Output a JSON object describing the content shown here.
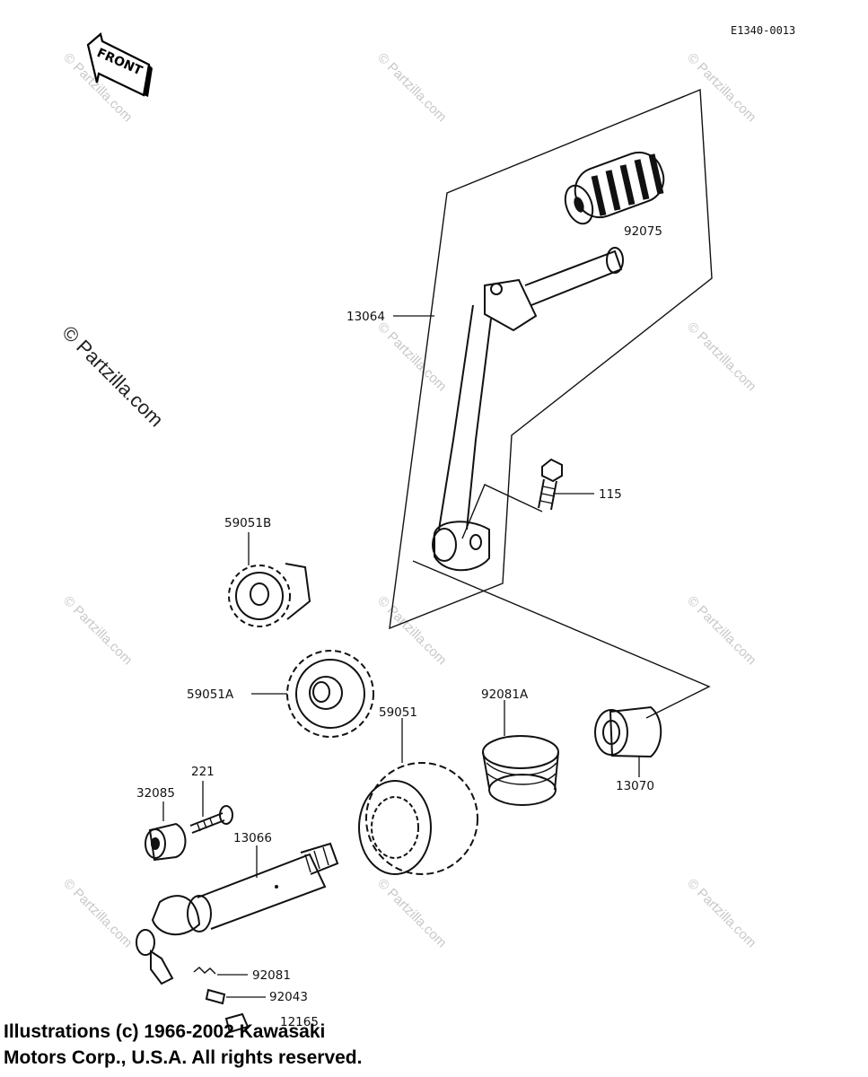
{
  "diagram": {
    "code": "E1340-0013",
    "front_label": "FRONT",
    "parts": [
      {
        "id": "92075",
        "label": "92075"
      },
      {
        "id": "13064",
        "label": "13064"
      },
      {
        "id": "115",
        "label": "115"
      },
      {
        "id": "59051B",
        "label": "59051B"
      },
      {
        "id": "59051A",
        "label": "59051A"
      },
      {
        "id": "59051",
        "label": "59051"
      },
      {
        "id": "92081A",
        "label": "92081A"
      },
      {
        "id": "13070",
        "label": "13070"
      },
      {
        "id": "32085",
        "label": "32085"
      },
      {
        "id": "221",
        "label": "221"
      },
      {
        "id": "13066",
        "label": "13066"
      },
      {
        "id": "92081",
        "label": "92081"
      },
      {
        "id": "92043",
        "label": "92043"
      },
      {
        "id": "12165",
        "label": "12165"
      }
    ],
    "watermark": "© Partzilla.com",
    "watermark_small": "© Partzilla.com"
  },
  "copyright": {
    "line1": "Illustrations (c) 1966-2002 Kawasaki",
    "line2": "Motors Corp., U.S.A.  All rights reserved."
  }
}
